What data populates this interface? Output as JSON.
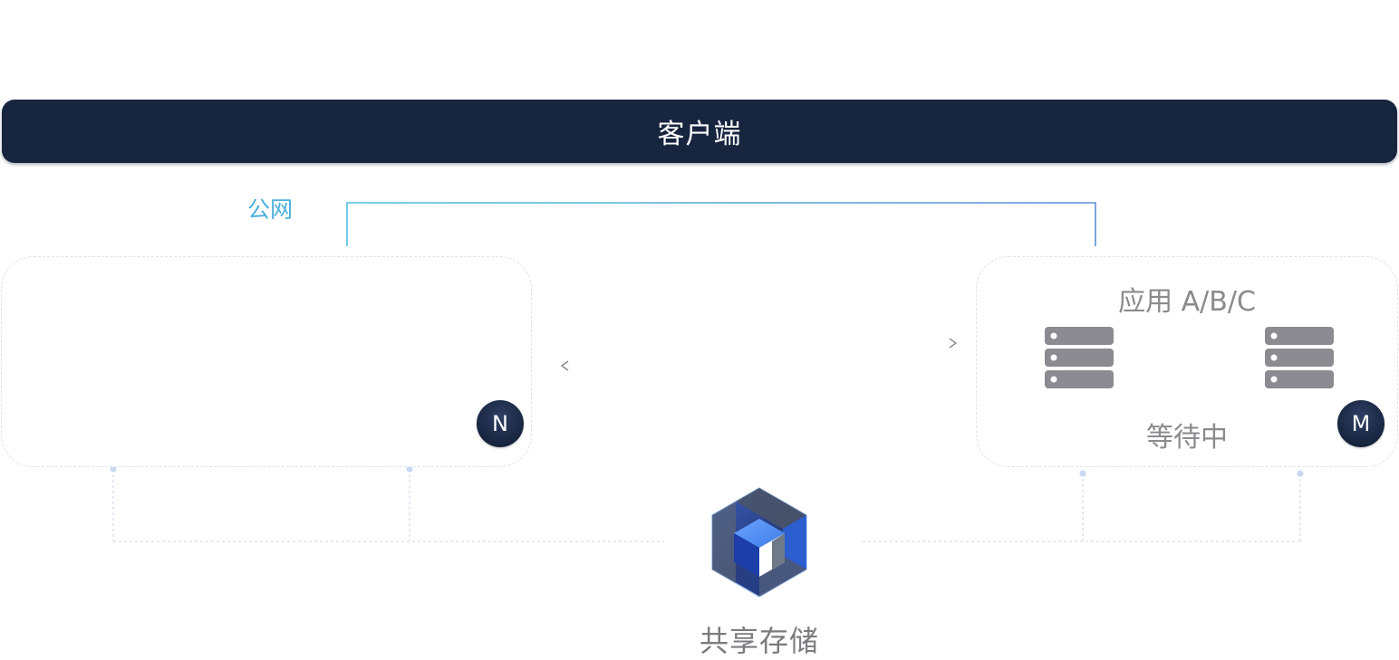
{
  "client": {
    "label": "客户端"
  },
  "network": {
    "public_label": "公网"
  },
  "cluster_left": {
    "node_badge": "N"
  },
  "cluster_right": {
    "app_title": "应用 A/B/C",
    "status": "等待中",
    "node_badge": "M"
  },
  "storage": {
    "label": "共享存储",
    "icon": "shared-storage-cube-icon"
  },
  "icons": {
    "server": "server-rack-icon"
  },
  "colors": {
    "client_bar": "#17253f",
    "public_link": "#4ab0dc",
    "panel_border": "#dde3ee",
    "muted_text": "#8a8a8f",
    "server_fill": "#8b8b91"
  }
}
